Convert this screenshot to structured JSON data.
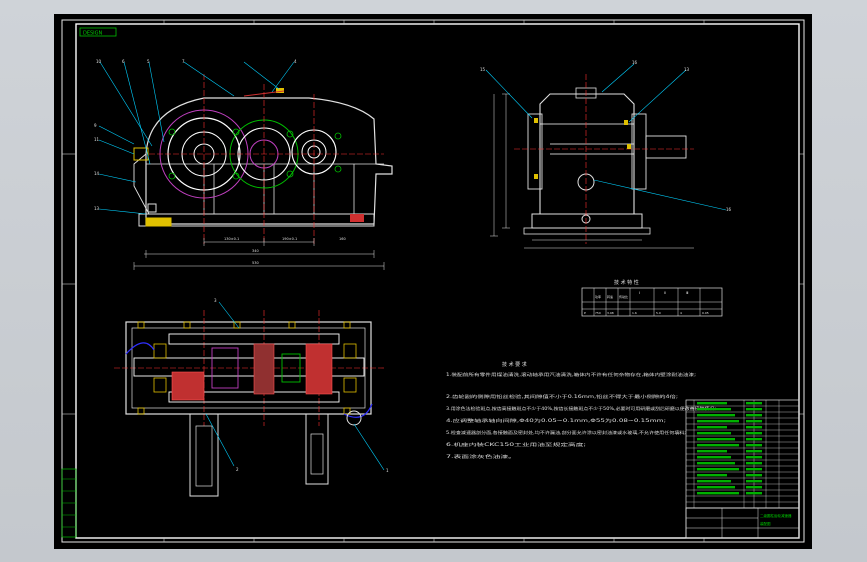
{
  "drawing": {
    "title_tag": "DESIGN",
    "labels": {
      "top_view": [
        "10",
        "6",
        "5",
        "7",
        "4",
        "9",
        "11",
        "12",
        "14",
        "13"
      ],
      "side_view": [
        "15",
        "16",
        "13",
        "16"
      ],
      "plan_view": [
        "3",
        "2",
        "1"
      ]
    },
    "dims": {
      "front_bottom": [
        "130±0.1",
        "190±0.1",
        "160"
      ],
      "front_total": [
        "340"
      ],
      "front_overall": [
        "530"
      ]
    },
    "tech_table": {
      "title": "技 术 特 性",
      "headers": [
        "功率",
        "转速",
        "传动比",
        "Ⅰ",
        "Ⅱ",
        "Ⅲ"
      ],
      "row": [
        "P",
        "750",
        "3.98",
        "1.6",
        "5.0",
        "4",
        "0.05"
      ]
    },
    "tech_requirements": {
      "title": "技 术 要 求",
      "lines": [
        "1.装配前所有零件用煤油清洗,滚动轴承用汽油清洗,箱体内不许有任何杂物存在,箱体内壁涂耐油油漆;",
        "2.齿轮副的侧隙用铅丝检验,其间隙值不小于0.16mm,铅丝不得大于最小侧隙的4倍;",
        "3.用涂色法检验斑点,按齿高接触斑点不少于40%,按齿长接触斑点不少于50%,必要时可用研磨或刮后研磨以便改善接触情况;",
        "4.应调整轴承轴向间隙,Φ40为0.05~0.1mm,Φ55为0.08~0.15mm;",
        "5.检查减速器剖分面,各接触面及密封处,均不许漏油,剖分面允许涂以密封油漆或水玻璃,不允许使用任何填料;",
        "6.机座内装CKC150工业用油至规定高度;",
        "7.表面涂灰色油漆。"
      ]
    },
    "title_block": {
      "drawing_name": "二级圆柱齿轮减速器",
      "material_code": "装配图"
    }
  }
}
